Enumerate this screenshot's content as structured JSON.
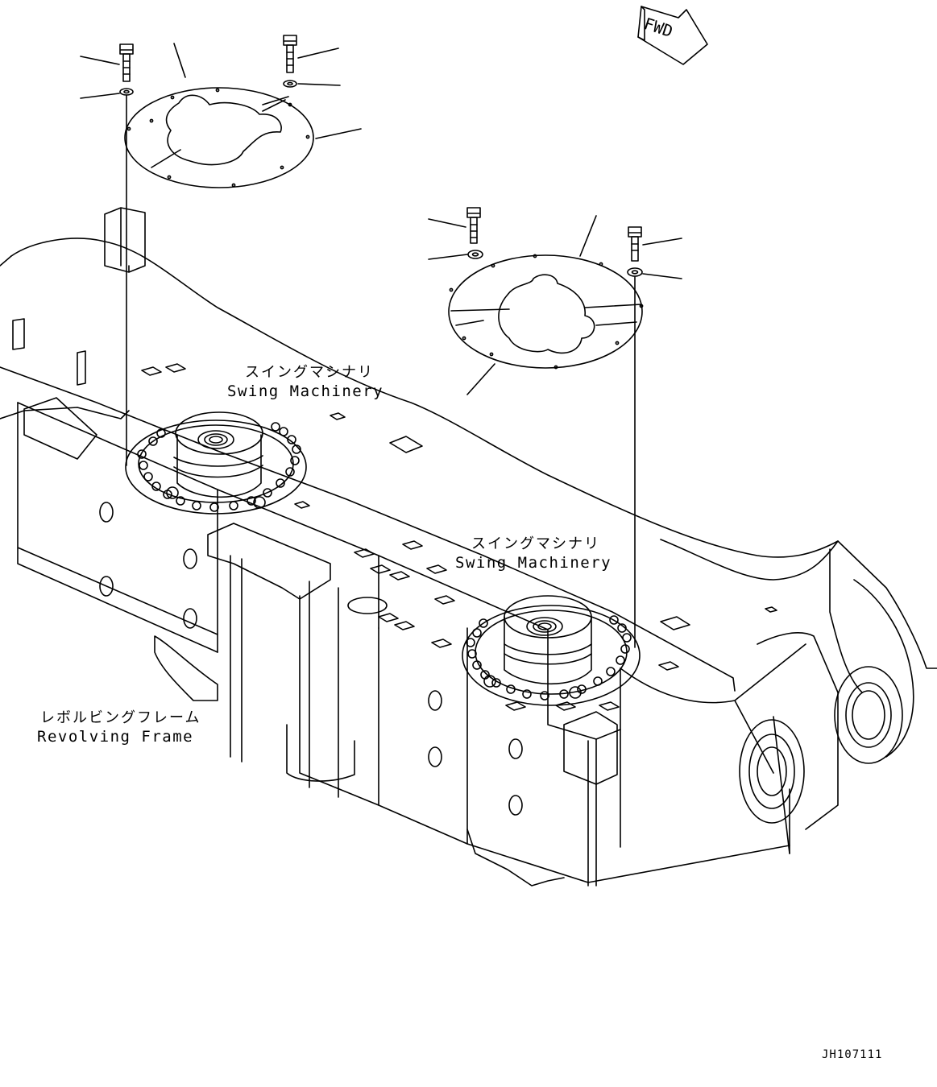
{
  "direction_marker": {
    "text": "FWD"
  },
  "labels": {
    "swing_machinery_left_jp": "スイングマシナリ",
    "swing_machinery_left_en": "Swing Machinery",
    "swing_machinery_right_jp": "スイングマシナリ",
    "swing_machinery_right_en": "Swing Machinery",
    "revolving_frame_jp": "レボルビングフレーム",
    "revolving_frame_en": "Revolving Frame"
  },
  "drawing_id": "JH107111"
}
